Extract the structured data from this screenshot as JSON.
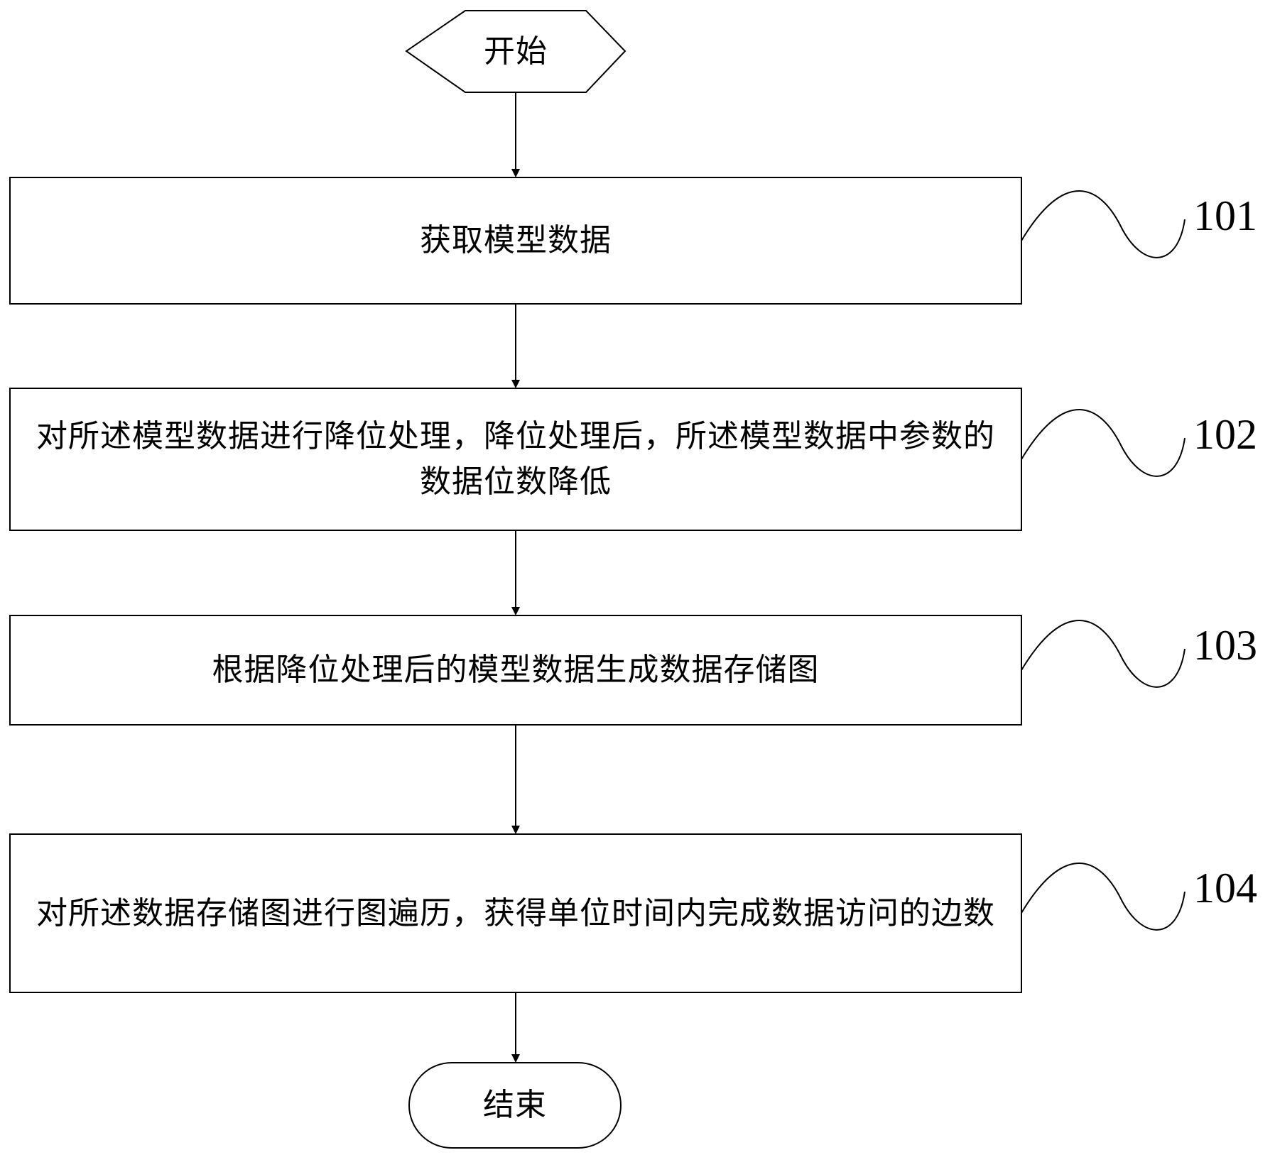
{
  "start": {
    "label": "开始"
  },
  "end": {
    "label": "结束"
  },
  "steps": [
    {
      "id": "101",
      "text": "获取模型数据"
    },
    {
      "id": "102",
      "text": "对所述模型数据进行降位处理，降位处理后，所述模型数据中参数的数据位数降低"
    },
    {
      "id": "103",
      "text": "根据降位处理后的模型数据生成数据存储图"
    },
    {
      "id": "104",
      "text": "对所述数据存储图进行图遍历，获得单位时间内完成数据访问的边数"
    }
  ]
}
